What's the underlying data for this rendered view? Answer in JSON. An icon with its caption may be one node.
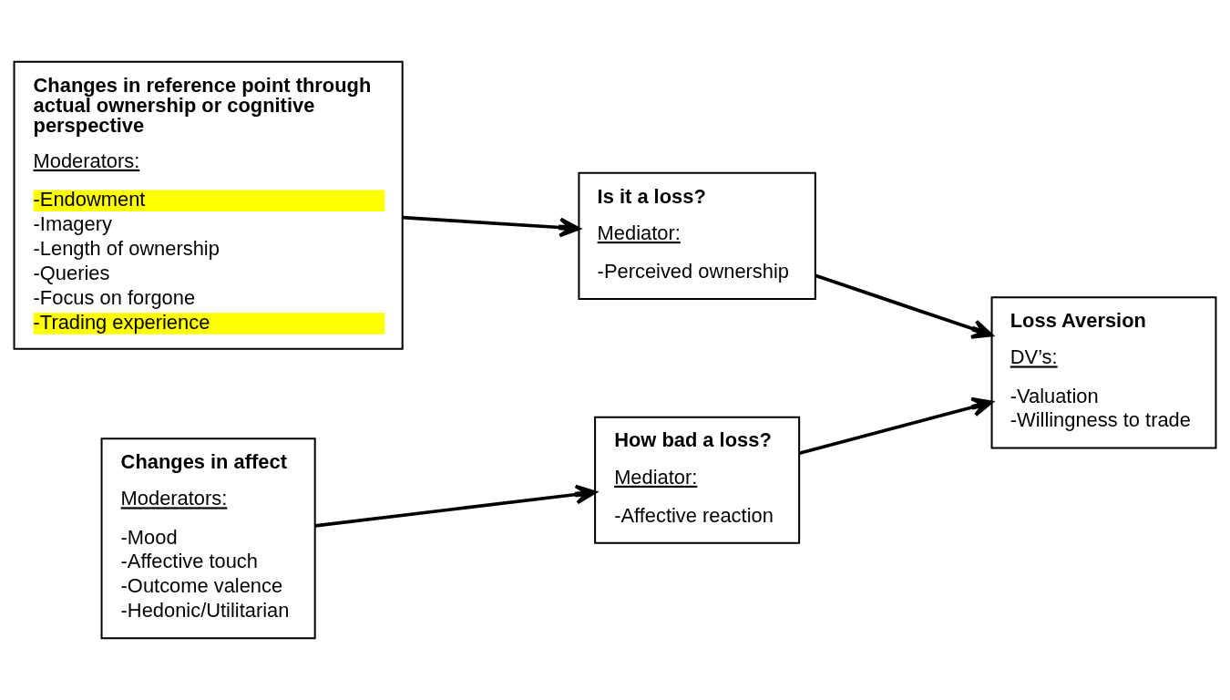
{
  "diagram": {
    "nodes": [
      {
        "text": [
          "Changes in reference point through actual ownership or cognitive perspective",
          "Moderators:",
          "-Endowment",
          "-Imagery",
          "-Length of ownership",
          "-Queries",
          "-Focus on forgone",
          "-Trading experience"
        ]
      },
      {
        "text": [
          "Changes in affect",
          "Moderators:",
          "-Mood",
          "-Affective touch",
          "-Outcome valence",
          "-Hedonic/Utilitarian"
        ]
      },
      {
        "text": [
          "Is it a loss?",
          "Mediator:",
          "-Perceived ownership"
        ]
      },
      {
        "text": [
          "How bad a loss?",
          "Mediator:",
          "-Affective reaction"
        ]
      },
      {
        "text": [
          "Loss Aversion",
          "DV’s:",
          "-Valuation",
          "-Willingness to trade"
        ]
      }
    ],
    "edges": [
      {
        "from": 0,
        "to": 2,
        "arrow": "to"
      },
      {
        "from": 1,
        "to": 3,
        "arrow": "to"
      },
      {
        "from": 2,
        "to": 4,
        "arrow": "to"
      },
      {
        "from": 3,
        "to": 4,
        "arrow": "to"
      }
    ]
  }
}
